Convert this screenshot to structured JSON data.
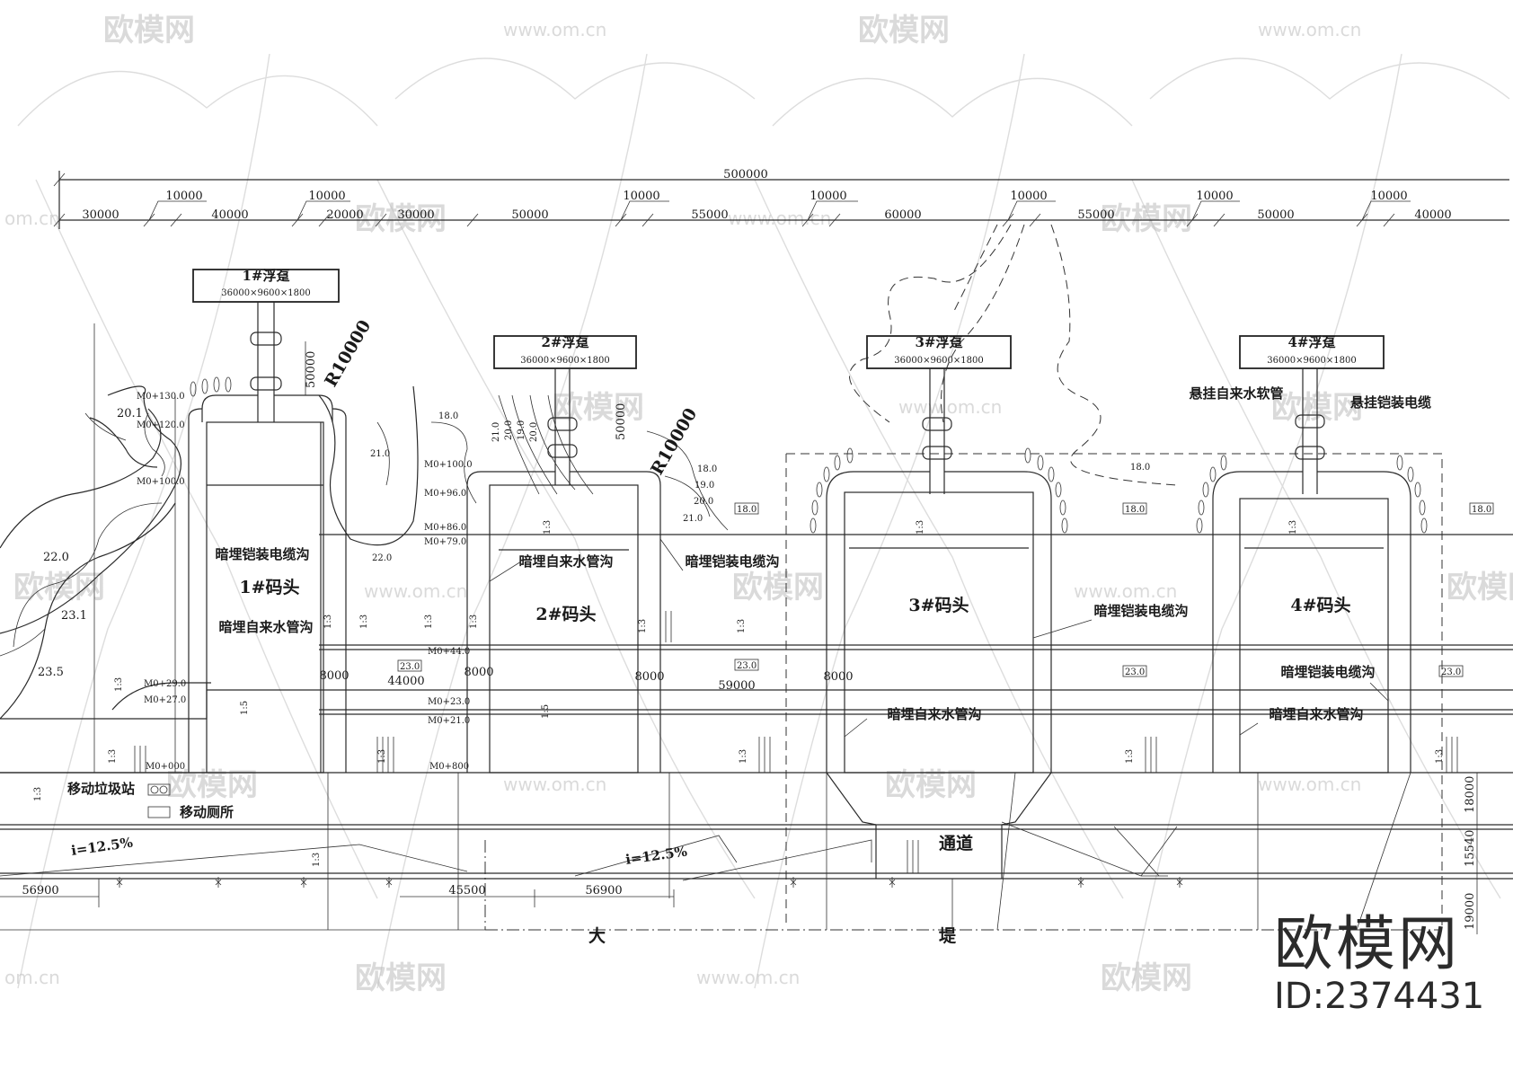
{
  "dimensions": {
    "total": "500000",
    "segments": [
      "30000",
      "40000",
      "20000",
      "30000",
      "50000",
      "55000",
      "60000",
      "55000",
      "50000",
      "40000"
    ],
    "pontoon_widths": [
      "10000",
      "10000",
      "10000",
      "10000",
      "10000",
      "10000"
    ],
    "vertical_50000": "50000",
    "radius": "R10000",
    "gaps_8000": "8000",
    "between_1_2": "44000",
    "between_2_3": "59000",
    "bottom": [
      "56900",
      "45500",
      "56900"
    ],
    "right_vertical": [
      "18000",
      "15540",
      "19000"
    ]
  },
  "pontoons": [
    {
      "name": "1#浮趸",
      "size": "36000×9600×1800"
    },
    {
      "name": "2#浮趸",
      "size": "36000×9600×1800"
    },
    {
      "name": "3#浮趸",
      "size": "36000×9600×1800"
    },
    {
      "name": "4#浮趸",
      "size": "36000×9600×1800"
    }
  ],
  "wharfs": [
    "1#码头",
    "2#码头",
    "3#码头",
    "4#码头"
  ],
  "labels": {
    "cable_trench": "暗埋铠装电缆沟",
    "water_trench": "暗埋自来水管沟",
    "hose": "悬挂自来水软管",
    "cable": "悬挂铠装电缆",
    "garbage": "移动垃圾站",
    "toilet": "移动厕所",
    "passage": "通道",
    "slope": "i=12.5%",
    "dam1": "大",
    "dam2": "堤",
    "ratio_13": "1:3",
    "ratio_15": "1:5"
  },
  "elevations": {
    "e180": "18.0",
    "e190": "19.0",
    "e200": "20.0",
    "e210": "21.0",
    "e220": "22.0",
    "e230": "23.0",
    "e201": "20.1",
    "e231": "23.1",
    "e235": "23.5"
  },
  "chainage": [
    "M0+130.0",
    "M0+120.0",
    "M0+100.0",
    "M0+100.0",
    "M0+96.0",
    "M0+86.0",
    "M0+79.0",
    "M0+44.0",
    "M0+29.0",
    "M0+27.0",
    "M0+23.0",
    "M0+21.0",
    "M0+000",
    "M0+800"
  ],
  "watermark": {
    "brand": "欧模网",
    "site": "www.om.cn",
    "site_short": "om.cn",
    "id": "ID:2374431"
  }
}
